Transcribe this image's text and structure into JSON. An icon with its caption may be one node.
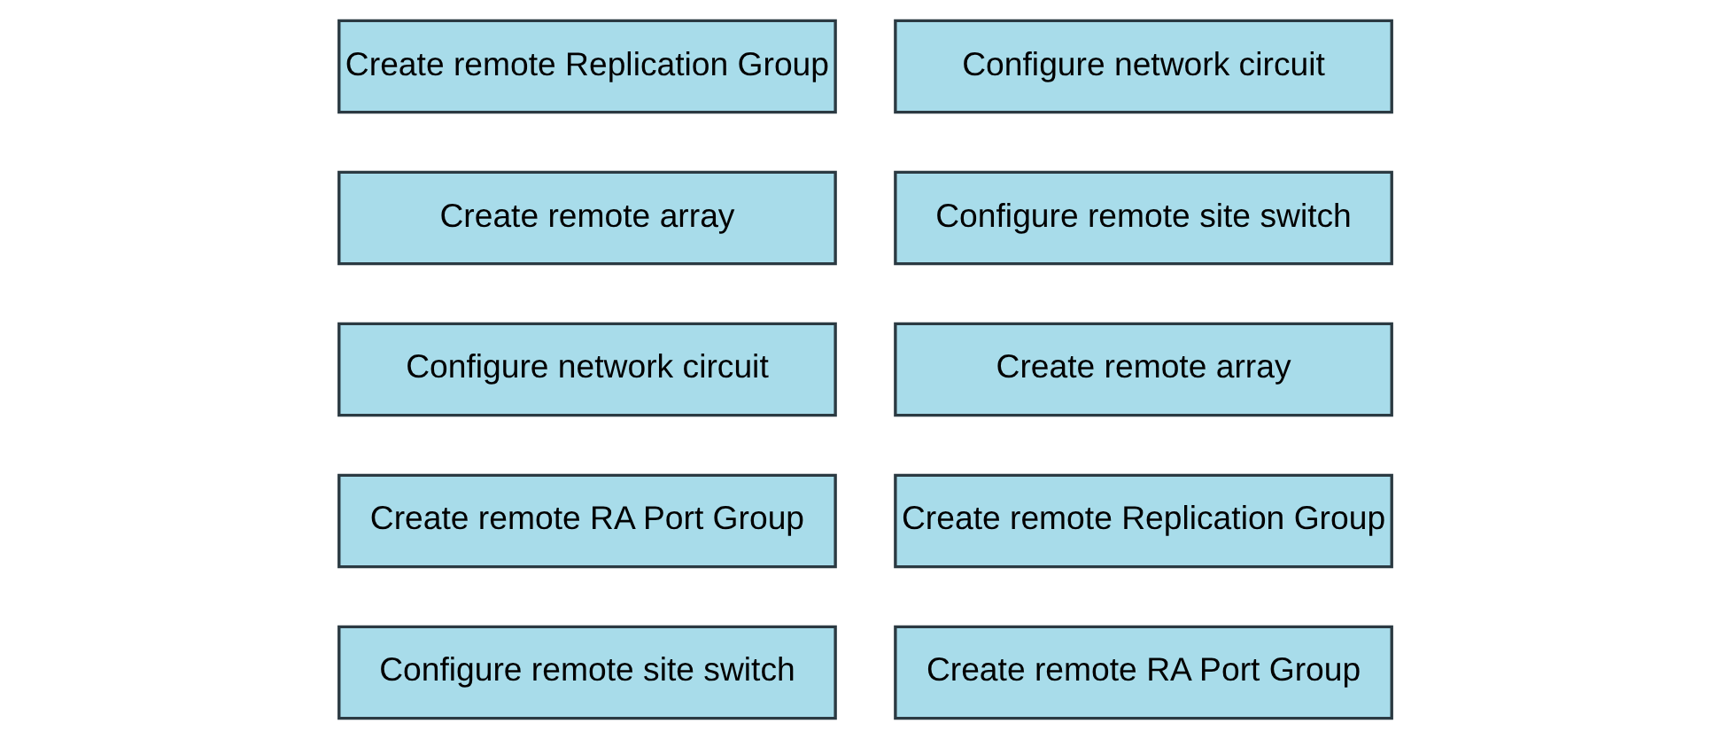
{
  "diagram": {
    "nodes": [
      {
        "text": [
          "Create remote Replication Group"
        ]
      },
      {
        "text": [
          "Configure network circuit"
        ]
      },
      {
        "text": [
          "Create remote array"
        ]
      },
      {
        "text": [
          "Configure remote site switch"
        ]
      },
      {
        "text": [
          "Configure network circuit"
        ]
      },
      {
        "text": [
          "Create remote array"
        ]
      },
      {
        "text": [
          "Create remote RA Port Group"
        ]
      },
      {
        "text": [
          "Create remote Replication Group"
        ]
      },
      {
        "text": [
          "Configure remote site switch"
        ]
      },
      {
        "text": [
          "Create remote RA Port Group"
        ]
      }
    ]
  }
}
